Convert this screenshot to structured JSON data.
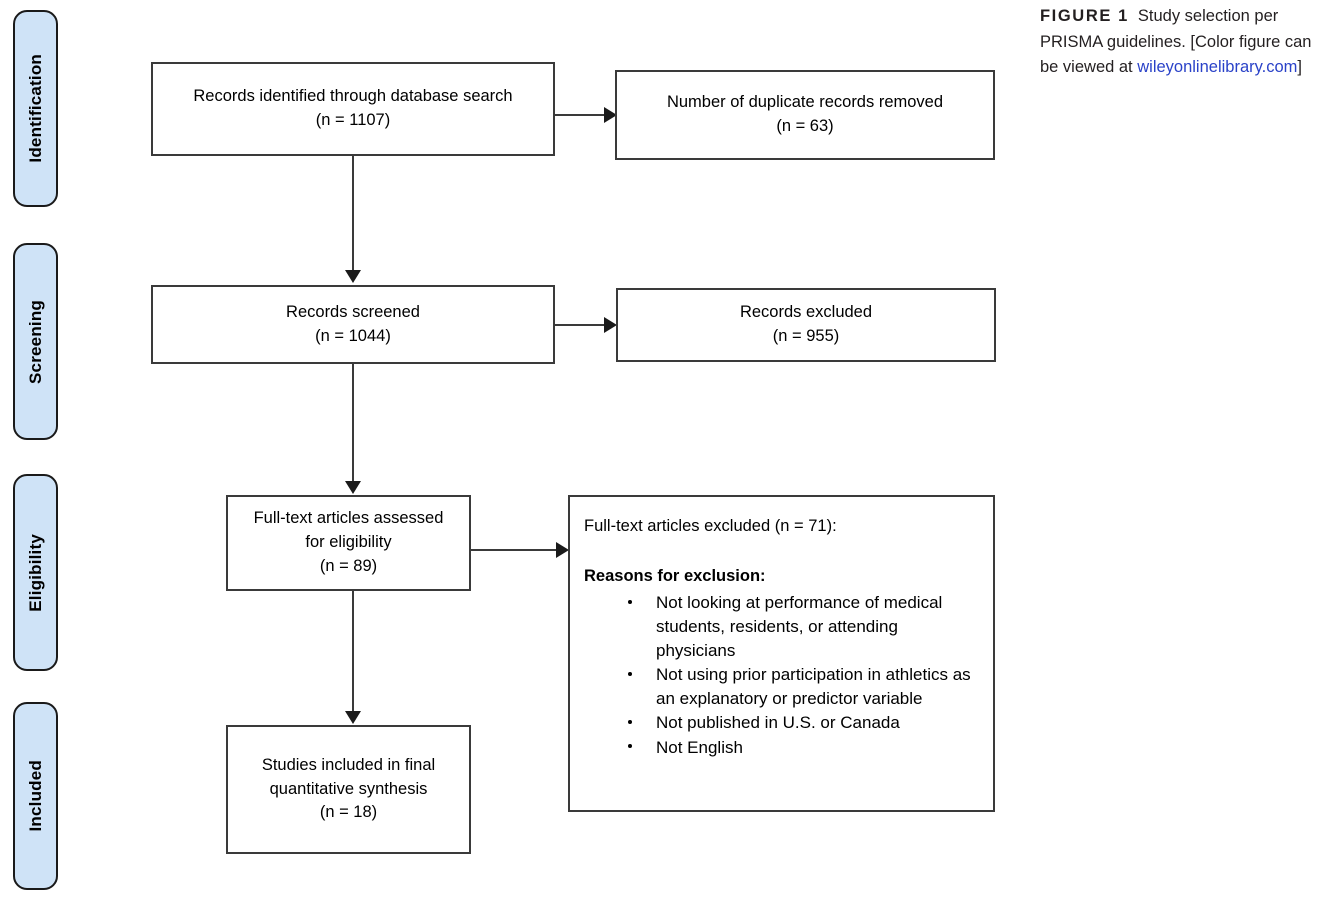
{
  "figure": {
    "caption_label": "FIGURE 1",
    "caption_text": "Study selection per PRISMA guidelines. [Color figure can be viewed at ",
    "caption_link": "wileyonlinelibrary.com",
    "caption_tail": "]",
    "link_color": "#2a42c8"
  },
  "colors": {
    "stage_fill": "#cfe3f7",
    "stage_border": "#1a1a1a",
    "box_border": "#3a3a3a",
    "text": "#000000"
  },
  "stages": [
    {
      "label": "Identification"
    },
    {
      "label": "Screening"
    },
    {
      "label": "Eligibility"
    },
    {
      "label": "Included"
    }
  ],
  "boxes": {
    "records_identified": "Records identified through database search\n(n =  1107)",
    "duplicates_removed": "Number of duplicate records removed\n(n = 63)",
    "records_screened": "Records screened\n(n = 1044)",
    "records_excluded": "Records excluded\n(n = 955)",
    "fulltext_assessed": "Full-text articles assessed\nfor eligibility\n(n = 89)",
    "studies_included": "Studies included in final\nquantitative synthesis\n(n = 18)"
  },
  "exclusion_panel": {
    "heading": "Full-text articles excluded (n = 71):",
    "subheading": "Reasons for exclusion:",
    "reasons": [
      "Not looking at performance of medical students, residents, or attending physicians",
      "Not using prior participation in athletics as an explanatory or predictor variable",
      "Not published in U.S. or Canada",
      "Not English"
    ]
  },
  "flow_counts": {
    "identified": 1107,
    "duplicates_removed": 63,
    "screened": 1044,
    "excluded_at_screening": 955,
    "fulltext_assessed": 89,
    "fulltext_excluded": 71,
    "included": 18
  }
}
